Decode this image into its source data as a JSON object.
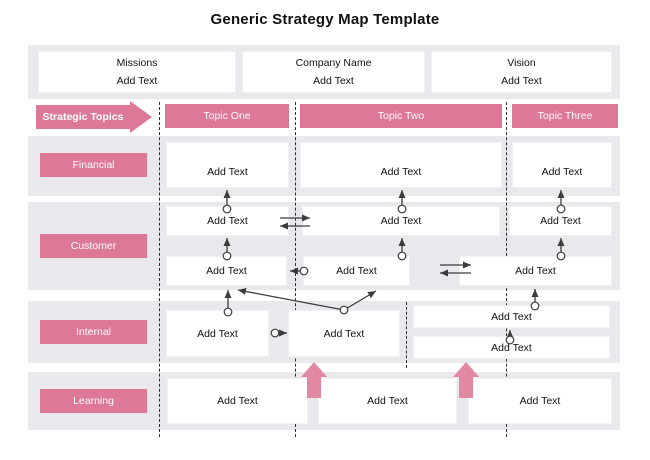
{
  "title": "Generic Strategy Map Template",
  "header": {
    "items": [
      {
        "label": "Missions",
        "value": "Add Text"
      },
      {
        "label": "Company Name",
        "value": "Add Text"
      },
      {
        "label": "Vision",
        "value": "Add Text"
      }
    ]
  },
  "strategic_topics": {
    "label": "Strategic Topics",
    "topics": [
      {
        "label": "Topic One"
      },
      {
        "label": "Topic Two"
      },
      {
        "label": "Topic Three"
      }
    ]
  },
  "perspectives": {
    "financial": {
      "label": "Financial",
      "boxes": [
        {
          "value": "Add Text"
        },
        {
          "value": "Add Text"
        },
        {
          "value": "Add Text"
        }
      ]
    },
    "customer": {
      "label": "Customer",
      "row1": [
        {
          "value": "Add Text"
        },
        {
          "value": "Add Text"
        },
        {
          "value": "Add Text"
        }
      ],
      "row2": [
        {
          "value": "Add Text"
        },
        {
          "value": "Add Text"
        },
        {
          "value": "Add Text"
        }
      ]
    },
    "internal": {
      "label": "Internal",
      "left_boxes": [
        {
          "value": "Add Text"
        },
        {
          "value": "Add Text"
        }
      ],
      "right_boxes": [
        {
          "value": "Add Text"
        },
        {
          "value": "Add Text"
        }
      ]
    },
    "learning": {
      "label": "Learning",
      "boxes": [
        {
          "value": "Add Text"
        },
        {
          "value": "Add Text"
        },
        {
          "value": "Add Text"
        }
      ]
    }
  },
  "colors": {
    "accent_pink": "#dd7896",
    "block_arrow_pink": "#e189a3",
    "band_gray": "#e9e9ed",
    "connector_dark": "#3c3c3c",
    "box_white": "#ffffff"
  }
}
